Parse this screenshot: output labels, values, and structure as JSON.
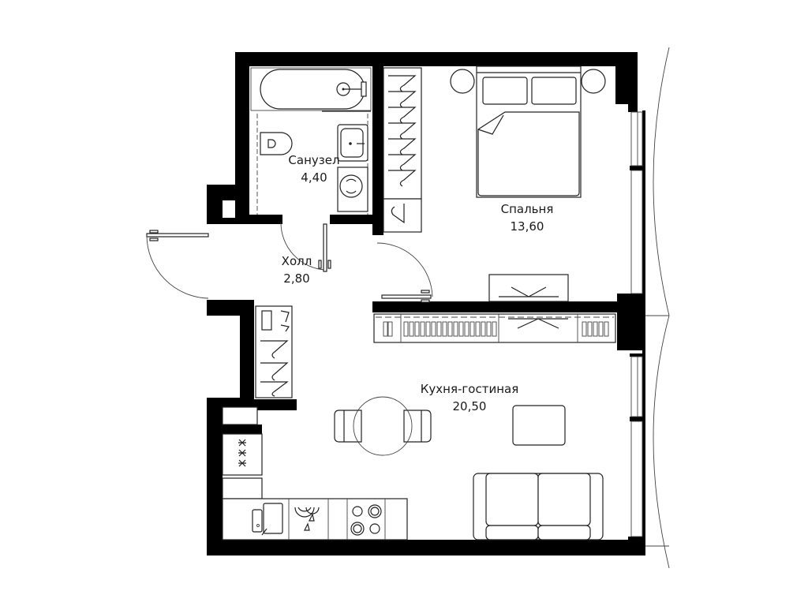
{
  "plan": {
    "title": "",
    "background": "#ffffff",
    "wall_color": "#000000",
    "line_color": "#222222"
  },
  "rooms": [
    {
      "id": "bathroom",
      "name": "Санузел",
      "area": "4,40"
    },
    {
      "id": "bedroom",
      "name": "Спальня",
      "area": "13,60"
    },
    {
      "id": "hall",
      "name": "Холл",
      "area": "2,80"
    },
    {
      "id": "kitchen-living",
      "name": "Кухня-гостиная",
      "area": "20,50"
    }
  ],
  "fixtures": {
    "bathroom": [
      "bathtub-icon",
      "toilet-icon",
      "sink-icon",
      "washing-machine-icon"
    ],
    "bedroom": [
      "double-bed-icon",
      "nightstand-icon",
      "nightstand-icon",
      "wardrobe-icon",
      "dresser-icon"
    ],
    "hall": [
      "wardrobe-icon",
      "entrance-door-icon"
    ],
    "kitchen": [
      "dining-table-icon",
      "chair-icon",
      "chair-icon",
      "sofa-icon",
      "coffee-table-icon",
      "stove-icon",
      "kitchen-sink-icon",
      "storage-unit-icon"
    ]
  }
}
